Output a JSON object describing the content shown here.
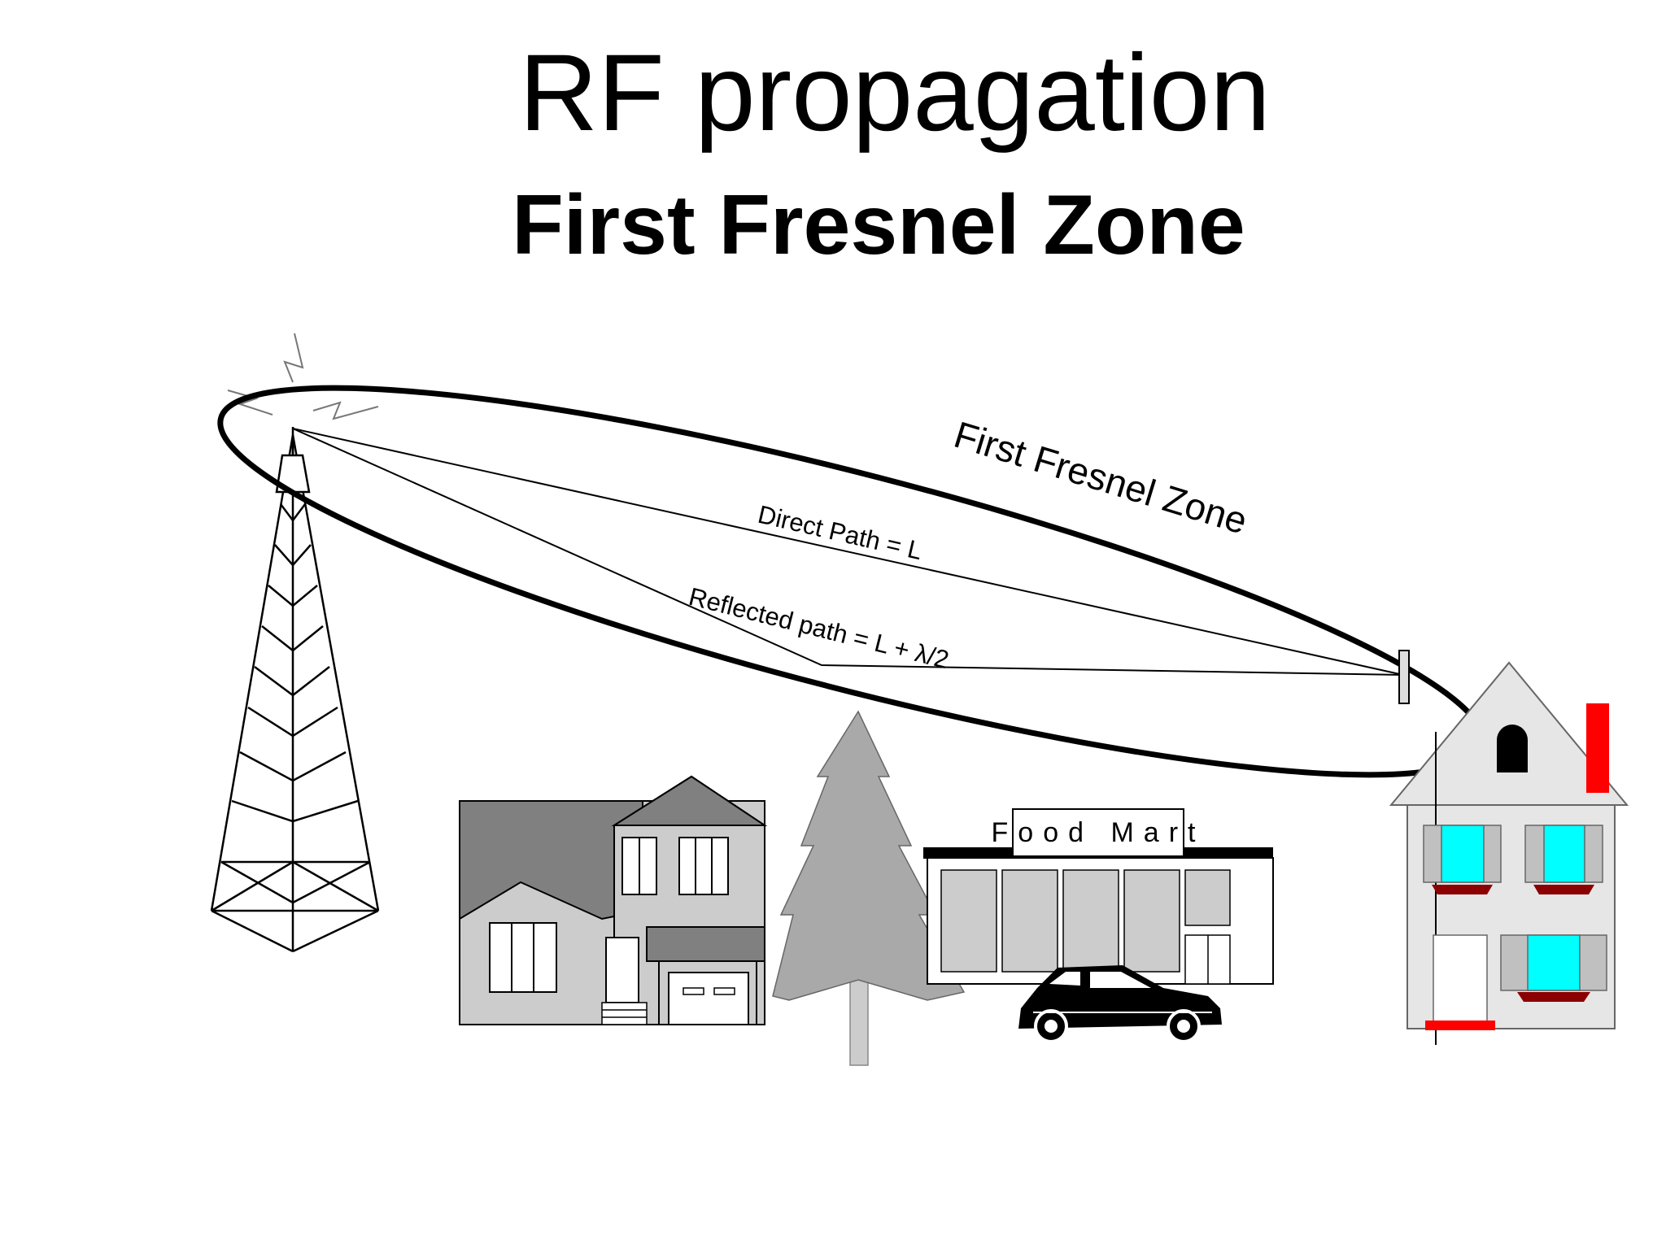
{
  "title": "RF propagation",
  "subtitle": "First Fresnel Zone",
  "zone_label": "First Fresnel Zone",
  "direct_path_label": "Direct Path = L",
  "reflected_path_label": "Reflected path = L + λ/2",
  "store_sign": "Food Mart",
  "icons": [
    "radio-tower-icon",
    "house-icon",
    "tree-icon",
    "store-icon",
    "car-icon",
    "antenna-icon"
  ],
  "colors": {
    "ellipse": "#000000",
    "chimney": "#ff0000",
    "window_glass": "#00ffff",
    "window_box": "#8b0000",
    "house_wall": "#e6e6e6",
    "building_gray": "#808080"
  }
}
